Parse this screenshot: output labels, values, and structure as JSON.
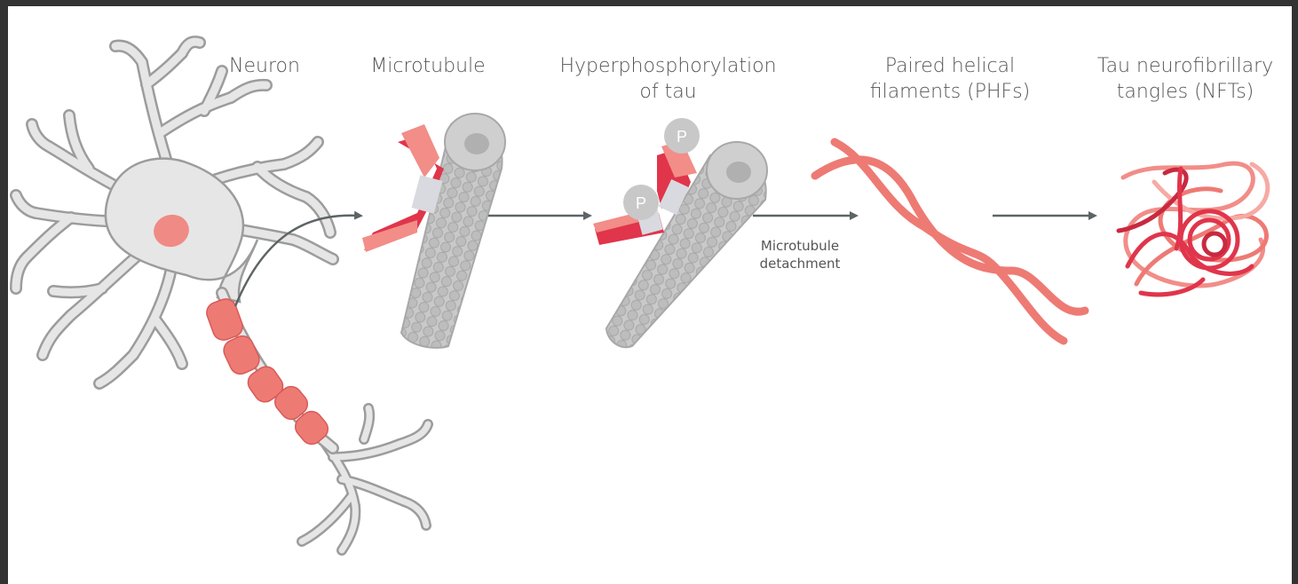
{
  "stages": [
    {
      "id": "neuron",
      "line1": "Neuron",
      "line2": ""
    },
    {
      "id": "microtubule",
      "line1": "Microtubule",
      "line2": ""
    },
    {
      "id": "hyperphosphorylation",
      "line1": "Hyperphosphorylation",
      "line2": "of tau"
    },
    {
      "id": "phf",
      "line1": "Paired helical",
      "line2": "filaments (PHFs)"
    },
    {
      "id": "nft",
      "line1": "Tau neurofibrillary",
      "line2": "tangles (NFTs)"
    }
  ],
  "arrow_label": {
    "line1": "Microtubule",
    "line2": "detachment"
  },
  "phosphate_label": "P",
  "colors": {
    "background_border": "#333333",
    "panel": "#ffffff",
    "neuron_fill": "#e6e6e6",
    "neuron_stroke": "#9a9a9a",
    "nucleus": "#f08a84",
    "myelin": "#ee7a74",
    "tau_light": "#f28d88",
    "tau_dark": "#e0354b",
    "microtubule": "#c4c4c4",
    "phosphate": "#c8c8c8",
    "arrow": "#5e6466",
    "label_text": "#555555"
  }
}
